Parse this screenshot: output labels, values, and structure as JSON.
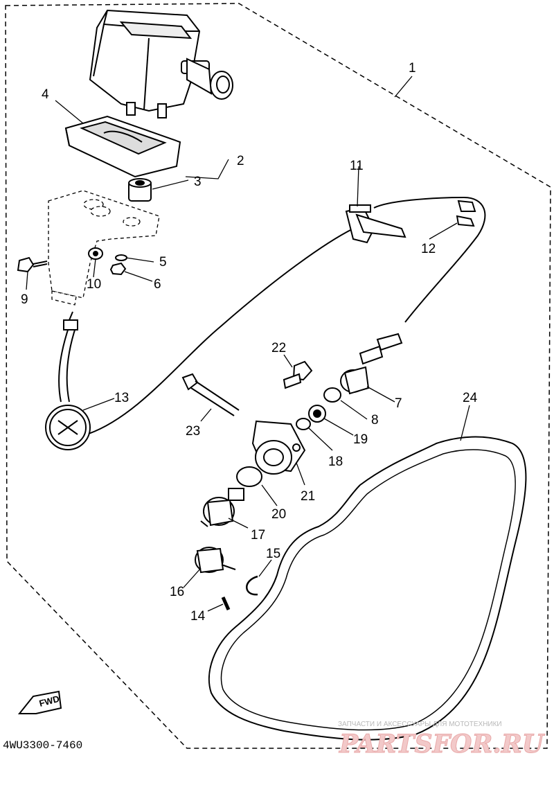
{
  "part_labels": [
    "1",
    "2",
    "3",
    "4",
    "5",
    "6",
    "7",
    "8",
    "9",
    "10",
    "11",
    "12",
    "13",
    "14",
    "15",
    "16",
    "17",
    "18",
    "19",
    "20",
    "21",
    "22",
    "23",
    "24"
  ],
  "diagram_code": "4WU3300-7460",
  "direction_marker": "FWD",
  "watermark": {
    "tagline": "ЗАПЧАСТИ И АКСЕССУАРЫ ДЛЯ МОТОТЕХНИКИ",
    "site": "PARTSFOR.RU"
  }
}
